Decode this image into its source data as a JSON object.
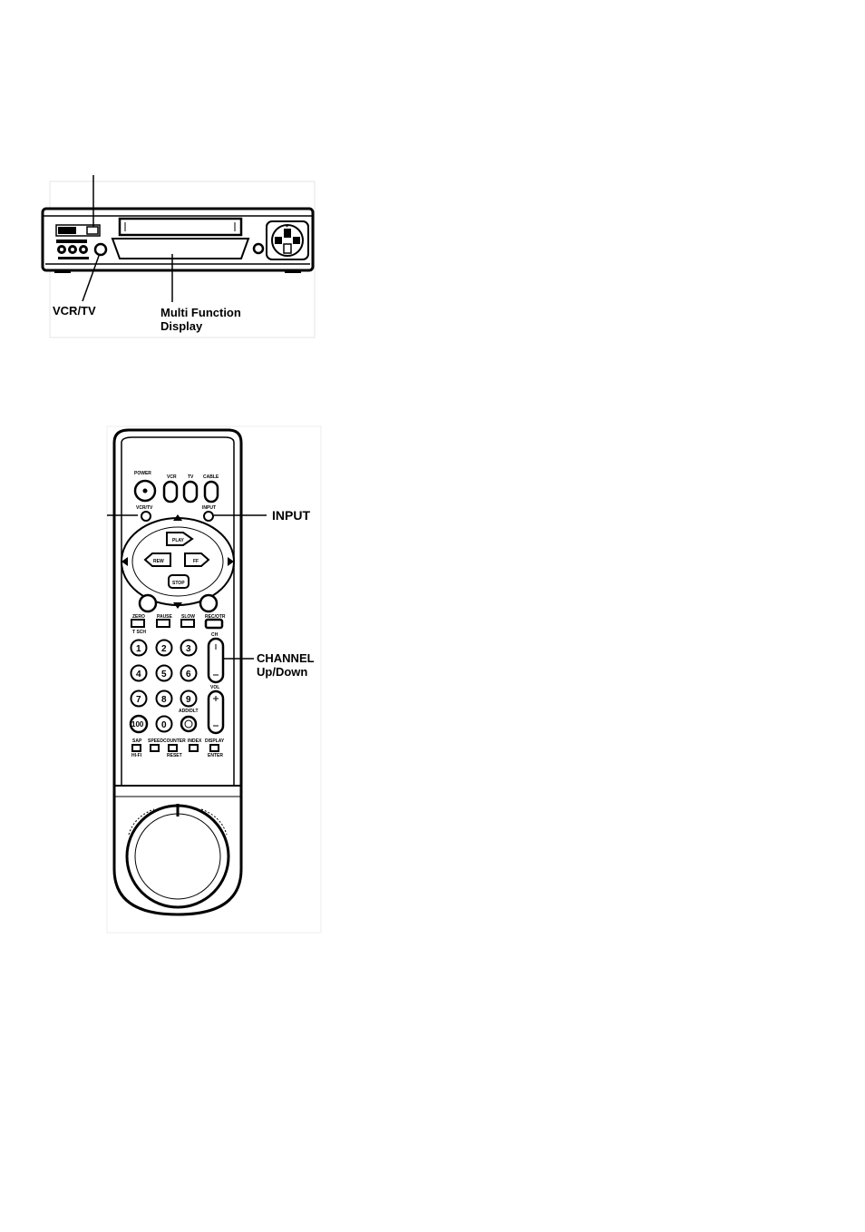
{
  "vcr": {
    "callouts": {
      "vcr_tv": "VCR/TV",
      "display_line1": "Multi Function",
      "display_line2": "Display"
    }
  },
  "remote": {
    "callouts": {
      "input": "INPUT",
      "channel_line1": "CHANNEL",
      "channel_line2": "Up/Down"
    },
    "labels": {
      "power": "POWER",
      "vcr": "VCR",
      "tv": "TV",
      "cable": "CABLE",
      "vcr_tv": "VCR/TV",
      "input": "INPUT",
      "play": "PLAY",
      "rew": "REW",
      "ff": "FF",
      "stop": "STOP",
      "zero": "ZERO",
      "tsch": "T SCH",
      "pause": "PAUSE",
      "slow": "SLOW",
      "rec": "REC/OTR",
      "ch": "CH",
      "vol": "VOL",
      "add_dlt": "ADD/DLT",
      "speed": "SPEED",
      "counter": "COUNTER",
      "reset": "RESET",
      "index": "INDEX",
      "display": "DISPLAY",
      "enter": "ENTER",
      "sap": "SAP",
      "hifi": "HI-FI"
    },
    "digits": [
      "1",
      "2",
      "3",
      "4",
      "5",
      "6",
      "7",
      "8",
      "9",
      "100",
      "0"
    ]
  }
}
